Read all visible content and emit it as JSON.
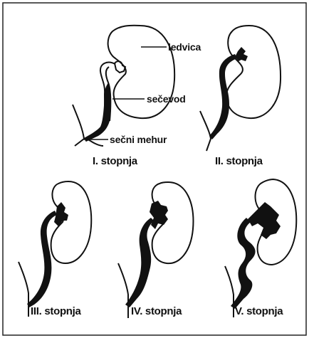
{
  "labels": {
    "kidney": "ledvica",
    "ureter": "sečevod",
    "bladder": "sečni mehur"
  },
  "stages": [
    {
      "label": "I. stopnja"
    },
    {
      "label": "II. stopnja"
    },
    {
      "label": "III. stopnja"
    },
    {
      "label": "IV. stopnja"
    },
    {
      "label": "V. stopnja"
    }
  ],
  "colors": {
    "ink": "#111111",
    "background": "#ffffff",
    "frame": "#222222"
  }
}
